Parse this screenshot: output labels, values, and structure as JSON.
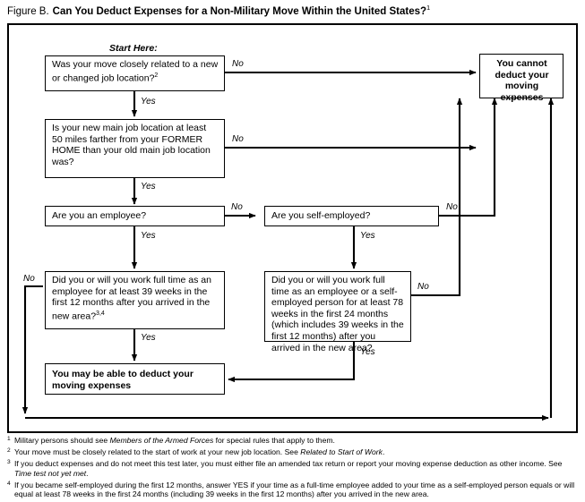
{
  "caption": {
    "label": "Figure B.",
    "title": "Can You Deduct Expenses for a Non-Military Move Within the United States?",
    "title_sup": "1"
  },
  "diagram": {
    "start_here": "Start Here:",
    "nodes": {
      "q1": {
        "text": "Was your move closely related to a new or changed job location?",
        "sup": "2"
      },
      "q2": {
        "text": "Is your new main job location at least 50 miles farther from your FORMER HOME than your old main job location was?",
        "sup": ""
      },
      "q3": {
        "text": "Are you an employee?",
        "sup": ""
      },
      "q4": {
        "text": "Are you self-employed?",
        "sup": ""
      },
      "q5": {
        "text": "Did you or will you work full time as an employee for at least 39 weeks in the first 12 months after you arrived in the new area?",
        "sup": "3,4"
      },
      "q6": {
        "text": "Did you or will you work full time as an employee or a self-employed person for at least 78 weeks in the first 24 months (which includes 39 weeks in the first 12 months) after you arrived in the new area?",
        "sup": ""
      },
      "result_yes": {
        "text": "You may be able to deduct your moving expenses",
        "sup": ""
      },
      "result_no": {
        "text": "You cannot deduct your moving expenses",
        "sup": ""
      }
    },
    "edge_labels": {
      "q1_no": "No",
      "q1_yes": "Yes",
      "q2_no": "No",
      "q2_yes": "Yes",
      "q3_no": "No",
      "q3_yes": "Yes",
      "q4_no": "No",
      "q4_yes": "Yes",
      "q5_no": "No",
      "q5_yes": "Yes",
      "q6_no": "No",
      "q6_yes": "Yes"
    }
  },
  "footnotes": [
    {
      "mark": "1",
      "parts": [
        {
          "text": "Military persons should see ",
          "italic": false
        },
        {
          "text": "Members of the Armed Forces",
          "italic": true
        },
        {
          "text": " for special rules that apply to them.",
          "italic": false
        }
      ]
    },
    {
      "mark": "2",
      "parts": [
        {
          "text": "Your move must be closely related to the start of work at your new job location. See ",
          "italic": false
        },
        {
          "text": "Related to Start of Work",
          "italic": true
        },
        {
          "text": ".",
          "italic": false
        }
      ]
    },
    {
      "mark": "3",
      "parts": [
        {
          "text": "If you deduct expenses and do not meet this test later, you must either file an amended tax return or report your moving expense deduction as other income. See ",
          "italic": false
        },
        {
          "text": "Time test not yet met",
          "italic": true
        },
        {
          "text": ".",
          "italic": false
        }
      ]
    },
    {
      "mark": "4",
      "parts": [
        {
          "text": "If you became self-employed during the first 12 months, answer YES if your time as a full-time employee added to your time as a self-employed person equals or will equal at least 78 weeks in the first 24 months (including 39 weeks in the first 12 months) after you arrived in the new area.",
          "italic": false
        }
      ]
    }
  ],
  "colors": {
    "ink": "#000000",
    "paper": "#ffffff"
  }
}
